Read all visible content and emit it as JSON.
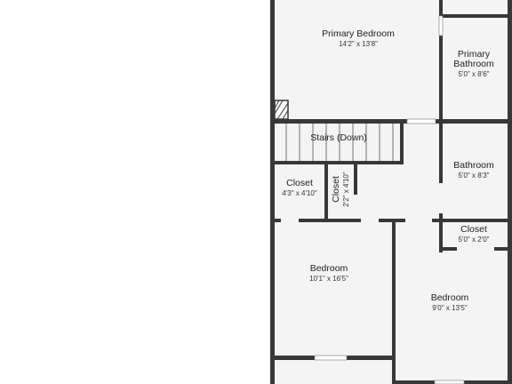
{
  "rooms": {
    "primary_bedroom": {
      "name": "Primary Bedroom",
      "dims": "14'2\" x 13'8\""
    },
    "primary_bathroom": {
      "name_line1": "Primary",
      "name_line2": "Bathroom",
      "dims": "5'0\" x 8'6\""
    },
    "stairs": {
      "name": "Stairs (Down)"
    },
    "closet_left": {
      "name": "Closet",
      "dims": "4'3\" x 4'10\""
    },
    "closet_mid": {
      "name": "Closet",
      "dims": "2'2\" x 4'10\""
    },
    "bathroom": {
      "name": "Bathroom",
      "dims": "5'0\" x 8'3\""
    },
    "closet_right": {
      "name": "Closet",
      "dims": "5'0\" x 2'0\""
    },
    "bedroom_left": {
      "name": "Bedroom",
      "dims": "10'1\" x 16'5\""
    },
    "bedroom_right": {
      "name": "Bedroom",
      "dims": "9'0\" x 13'5\""
    }
  },
  "colors": {
    "wall": "#383838",
    "floor": "#f4f4f4",
    "background": "#ffffff"
  }
}
